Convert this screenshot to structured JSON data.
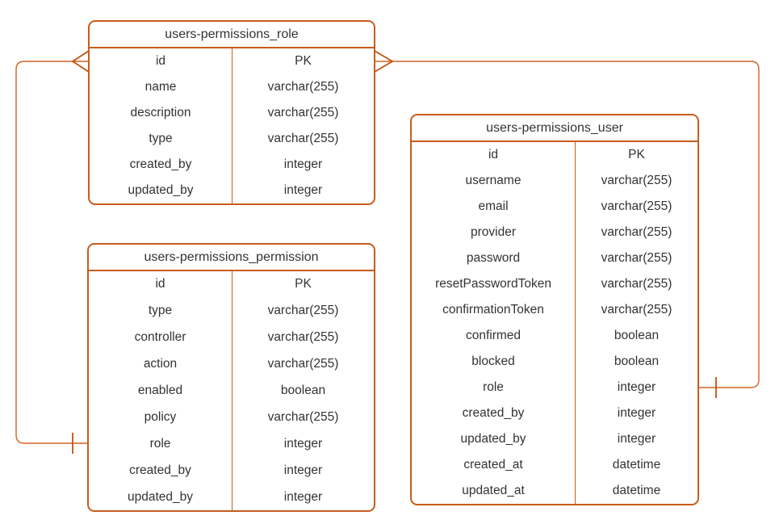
{
  "colors": {
    "accent": "#c85c1e",
    "text": "#333333",
    "background": "#ffffff"
  },
  "tables": [
    {
      "name": "users-permissions_role",
      "rows": [
        {
          "field": "id",
          "type": "PK"
        },
        {
          "field": "name",
          "type": "varchar(255)"
        },
        {
          "field": "description",
          "type": "varchar(255)"
        },
        {
          "field": "type",
          "type": "varchar(255)"
        },
        {
          "field": "created_by",
          "type": "integer"
        },
        {
          "field": "updated_by",
          "type": "integer"
        }
      ]
    },
    {
      "name": "users-permissions_permission",
      "rows": [
        {
          "field": "id",
          "type": "PK"
        },
        {
          "field": "type",
          "type": "varchar(255)"
        },
        {
          "field": "controller",
          "type": "varchar(255)"
        },
        {
          "field": "action",
          "type": "varchar(255)"
        },
        {
          "field": "enabled",
          "type": "boolean"
        },
        {
          "field": "policy",
          "type": "varchar(255)"
        },
        {
          "field": "role",
          "type": "integer"
        },
        {
          "field": "created_by",
          "type": "integer"
        },
        {
          "field": "updated_by",
          "type": "integer"
        }
      ]
    },
    {
      "name": "users-permissions_user",
      "rows": [
        {
          "field": "id",
          "type": "PK"
        },
        {
          "field": "username",
          "type": "varchar(255)"
        },
        {
          "field": "email",
          "type": "varchar(255)"
        },
        {
          "field": "provider",
          "type": "varchar(255)"
        },
        {
          "field": "password",
          "type": "varchar(255)"
        },
        {
          "field": "resetPasswordToken",
          "type": "varchar(255)"
        },
        {
          "field": "confirmationToken",
          "type": "varchar(255)"
        },
        {
          "field": "confirmed",
          "type": "boolean"
        },
        {
          "field": "blocked",
          "type": "boolean"
        },
        {
          "field": "role",
          "type": "integer"
        },
        {
          "field": "created_by",
          "type": "integer"
        },
        {
          "field": "updated_by",
          "type": "integer"
        },
        {
          "field": "created_at",
          "type": "datetime"
        },
        {
          "field": "updated_at",
          "type": "datetime"
        }
      ]
    }
  ],
  "relationships": [
    {
      "from_table": "users-permissions_role",
      "from_field": "id",
      "from_cardinality": "many",
      "to_table": "users-permissions_permission",
      "to_field": "role",
      "to_cardinality": "one"
    },
    {
      "from_table": "users-permissions_role",
      "from_field": "id",
      "from_cardinality": "many",
      "to_table": "users-permissions_user",
      "to_field": "role",
      "to_cardinality": "one"
    }
  ]
}
